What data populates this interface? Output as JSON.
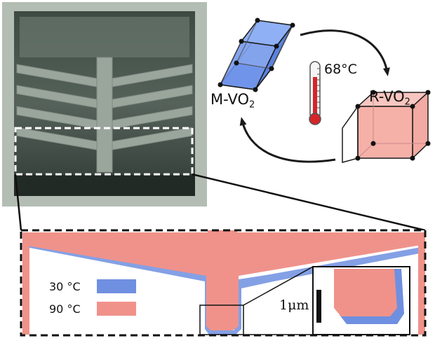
{
  "diagram": {
    "monoclinic_label": "M-VO",
    "rutile_label": "R-VO",
    "subscript": "2",
    "transition_temperature": "68°C",
    "scale_bar": "1μm"
  },
  "legend": {
    "items": [
      {
        "label": "30 °C",
        "color": "#6f8fe0"
      },
      {
        "label": "90 °C",
        "color": "#f0928a"
      }
    ]
  },
  "colors": {
    "monoclinic": "#6f94ea",
    "rutile": "#f5b0a8",
    "thermometer_fluid": "#d4262a"
  }
}
